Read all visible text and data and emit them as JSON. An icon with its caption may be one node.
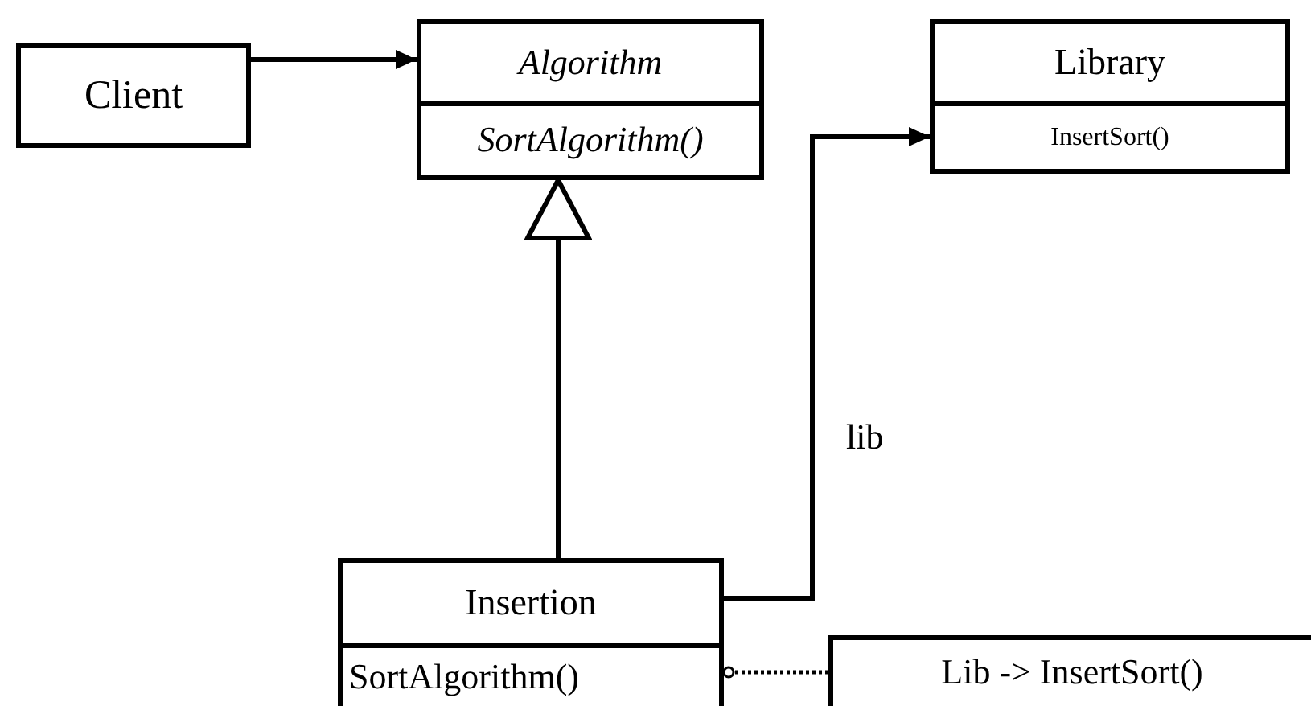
{
  "diagram": {
    "nodes": [
      {
        "text": [
          "Client"
        ]
      },
      {
        "text": [
          "Algorithm",
          "SortAlgorithm()"
        ]
      },
      {
        "text": [
          "Library",
          "InsertSort()"
        ]
      },
      {
        "text": [
          "Insertion",
          "SortAlgorithm()"
        ]
      },
      {
        "text": [
          "Lib -> InsertSort()"
        ]
      }
    ],
    "edges": [
      {
        "from": 0,
        "to": 1,
        "arrow": "to"
      },
      {
        "from": 3,
        "to": 1,
        "arrow": "to"
      },
      {
        "from": 3,
        "to": 2,
        "arrow": "to",
        "label": "lib"
      },
      {
        "from": 4,
        "to": 3,
        "arrow": "other",
        "style": "dashed"
      }
    ]
  }
}
